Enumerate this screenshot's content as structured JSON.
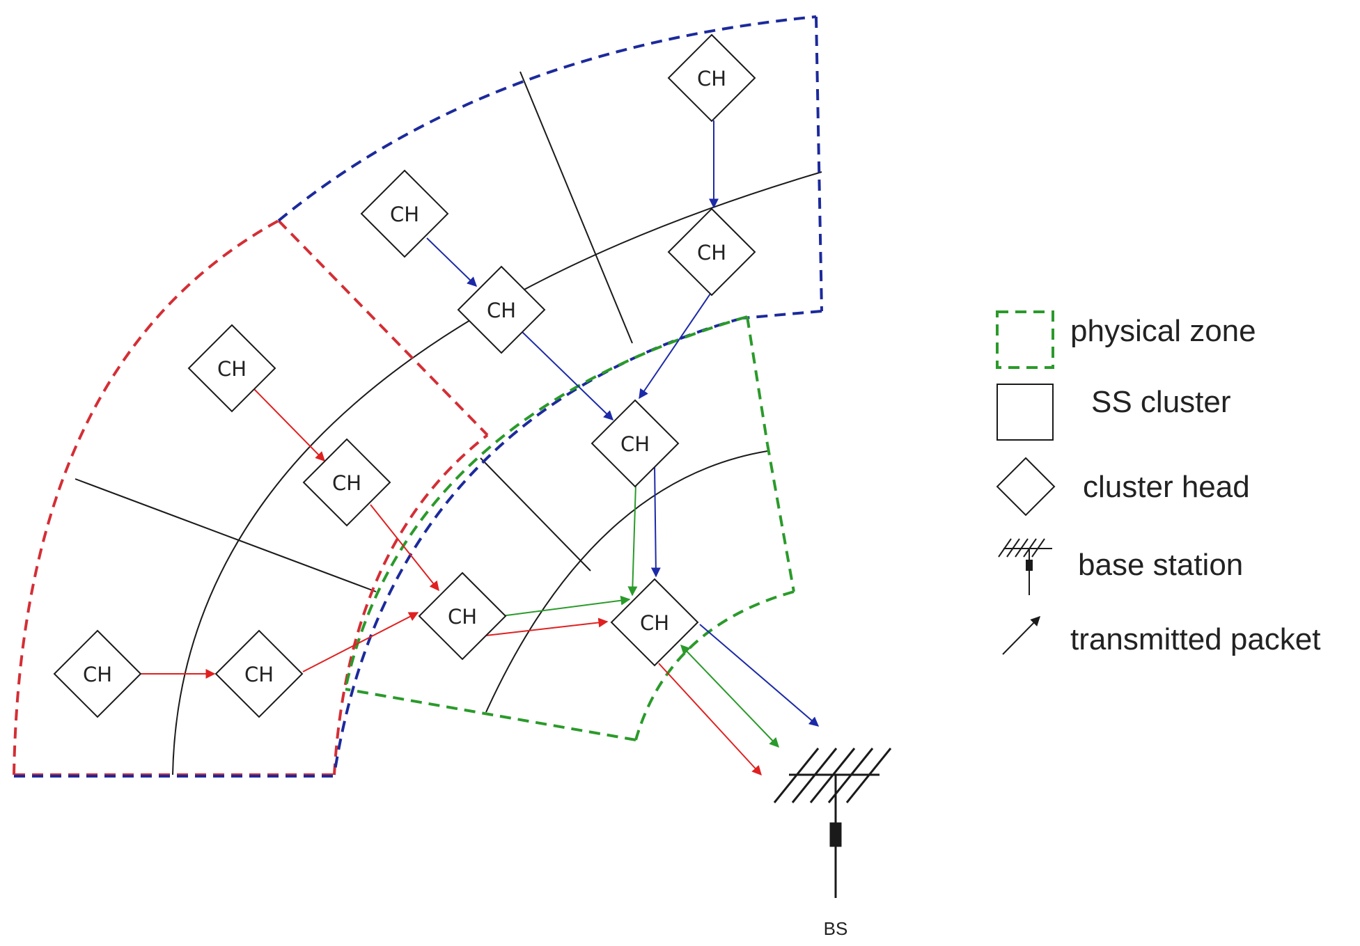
{
  "colors": {
    "red_zone": "#d42e35",
    "blue_zone": "#1c2a9c",
    "green_zone": "#2a9a2a",
    "cluster_line": "#1a1a1a",
    "arrow_red": "#e02020",
    "arrow_blue": "#1c2aa8",
    "arrow_green": "#2a9a2a"
  },
  "node_label": "CH",
  "nodes": [
    {
      "id": "ch-red-1"
    },
    {
      "id": "ch-red-2"
    },
    {
      "id": "ch-red-3"
    },
    {
      "id": "ch-red-4"
    },
    {
      "id": "ch-red-5"
    },
    {
      "id": "ch-center-left"
    },
    {
      "id": "ch-blue-1"
    },
    {
      "id": "ch-blue-2"
    },
    {
      "id": "ch-blue-3"
    },
    {
      "id": "ch-blue-4"
    },
    {
      "id": "ch-center-upper"
    },
    {
      "id": "ch-center-right"
    }
  ],
  "base_station": {
    "label": "BS"
  },
  "legend": {
    "physical_zone": "physical zone",
    "ss_cluster": "SS cluster",
    "cluster_head": "cluster head",
    "base_station": "base station",
    "transmitted_packet": "transmitted packet"
  }
}
